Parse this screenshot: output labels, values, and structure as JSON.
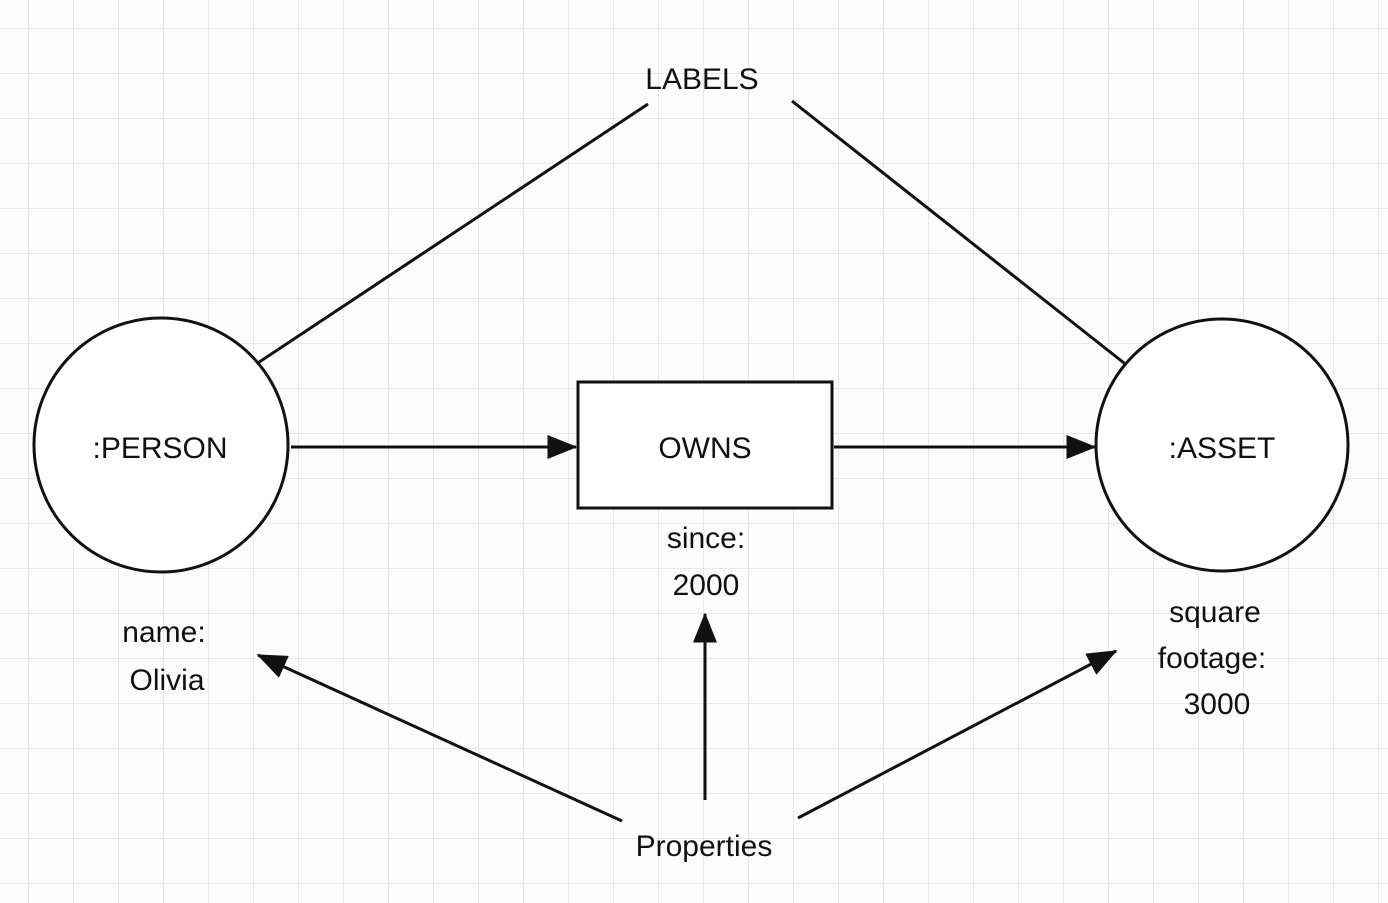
{
  "diagram": {
    "labels_title": "LABELS",
    "properties_title": "Properties",
    "person": {
      "label": ":PERSON",
      "properties": [
        "name:",
        "Olivia"
      ]
    },
    "asset": {
      "label": ":ASSET",
      "properties": [
        "square",
        "footage:",
        "3000"
      ]
    },
    "relationship": {
      "label": "OWNS",
      "properties": [
        "since:",
        "2000"
      ]
    },
    "colors": {
      "stroke": "#111111",
      "shape_fill": "#ffffff",
      "background": "#fcfcfc",
      "grid_line": "#e7e9e7"
    }
  }
}
